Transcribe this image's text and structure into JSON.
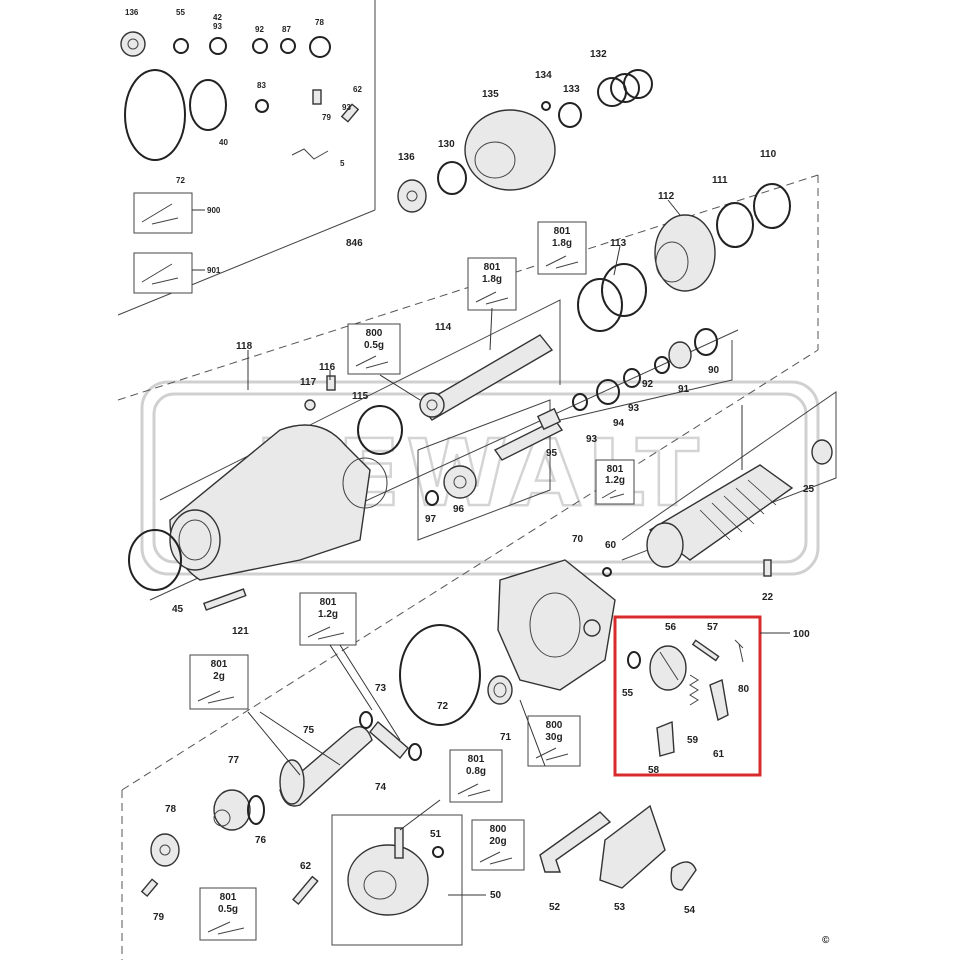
{
  "diagram": {
    "watermark_text": "DEWALT",
    "copyright_symbol": "©",
    "highlight_color": "#d92b2b",
    "highlight_group_label": "100",
    "group_846_label": "846",
    "labels": {
      "p136a": "136",
      "p55a": "55",
      "p4293a": "42\n93",
      "p92a": "92",
      "p87": "87",
      "p78a": "78",
      "p72a": "72",
      "p40": "40",
      "p83": "83",
      "p79a": "79",
      "p62a": "62",
      "p93b": "93",
      "p5": "5",
      "p900": "900",
      "p901": "901",
      "p134": "134",
      "p135": "135",
      "p133": "133",
      "p132": "132",
      "p130": "130",
      "p136b": "136",
      "p111": "111",
      "p110": "110",
      "p112": "112",
      "p113": "113",
      "p114": "114",
      "p118": "118",
      "p117": "117",
      "p116": "116",
      "p115": "115",
      "p92b": "92",
      "p91": "91",
      "p90": "90",
      "p93c": "93",
      "p94": "94",
      "p93d": "93",
      "p95": "95",
      "p97": "97",
      "p96": "96",
      "p25": "25",
      "p70": "70",
      "p60": "60",
      "p22": "22",
      "p45": "45",
      "p121": "121",
      "p56": "56",
      "p57": "57",
      "p55b": "55",
      "p80": "80",
      "p59": "59",
      "p61": "61",
      "p58": "58",
      "p73": "73",
      "p72b": "72",
      "p71": "71",
      "p75": "75",
      "p74": "74",
      "p77": "77",
      "p76": "76",
      "p78b": "78",
      "p79b": "79",
      "p62b": "62",
      "p51": "51",
      "p50": "50",
      "p52": "52",
      "p53": "53",
      "p54": "54"
    },
    "grease_boxes": [
      {
        "code": "801",
        "amount": "1.8g"
      },
      {
        "code": "801",
        "amount": "1.8g"
      },
      {
        "code": "800",
        "amount": "0.5g"
      },
      {
        "code": "801",
        "amount": "1.2g"
      },
      {
        "code": "801",
        "amount": "1.2g"
      },
      {
        "code": "801",
        "amount": "2g"
      },
      {
        "code": "800",
        "amount": "30g"
      },
      {
        "code": "801",
        "amount": "0.8g"
      },
      {
        "code": "800",
        "amount": "20g"
      },
      {
        "code": "801",
        "amount": "0.5g"
      }
    ]
  }
}
